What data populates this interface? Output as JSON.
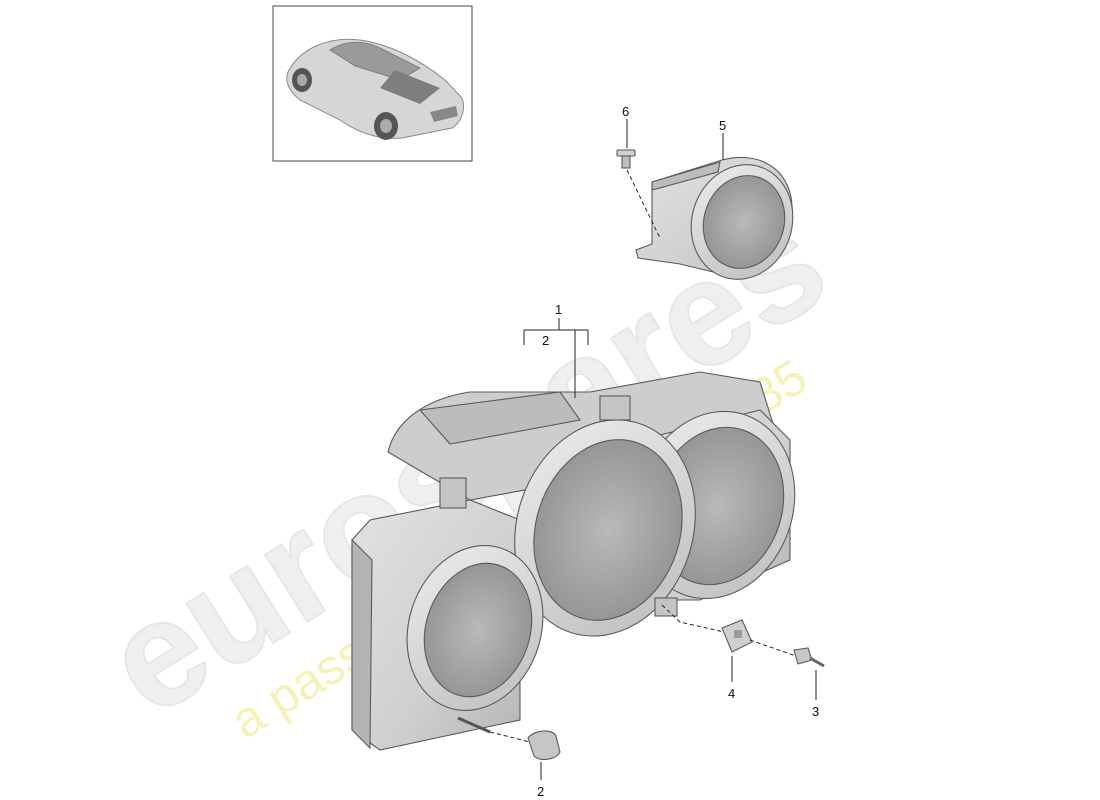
{
  "watermark": {
    "logo_text": "eurospares",
    "tagline": "a passion for parts since 1985"
  },
  "thumbnail": {
    "icon": "car-thumbnail-icon"
  },
  "callouts": [
    {
      "id": "c1",
      "label": "1"
    },
    {
      "id": "c2-top",
      "label": "2"
    },
    {
      "id": "c2-bottom",
      "label": "2"
    },
    {
      "id": "c3",
      "label": "3"
    },
    {
      "id": "c4",
      "label": "4"
    },
    {
      "id": "c5",
      "label": "5"
    },
    {
      "id": "c6",
      "label": "6"
    }
  ],
  "colors": {
    "part_fill": "#d4d4d4",
    "part_dark": "#a8a8a8",
    "watermark_grey": "#efefef",
    "watermark_yellow": "#f3f0a8"
  }
}
